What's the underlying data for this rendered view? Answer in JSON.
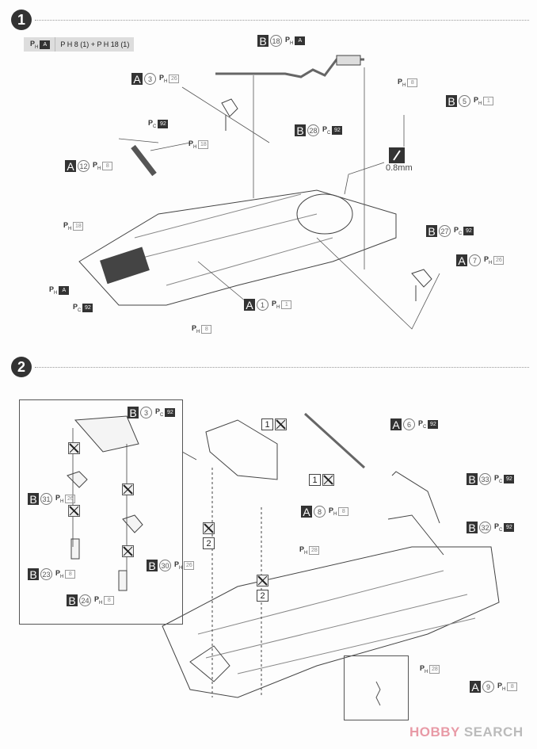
{
  "steps": [
    {
      "number": "1"
    },
    {
      "number": "2"
    }
  ],
  "header": {
    "paint1_prefix": "P",
    "paint1_sub": "H",
    "paint1_code": "A",
    "mix_text": "P H 8 (1) + P H 18 (1)"
  },
  "glue": {
    "thickness": "0.8mm"
  },
  "step1": {
    "labels": [
      {
        "part": "B",
        "num": "18",
        "type": "H",
        "code": "A",
        "dark": true
      },
      {
        "part": "A",
        "num": "3",
        "type": "H",
        "code": "26"
      },
      {
        "part": "B",
        "num": "28",
        "type": "C",
        "code": "92",
        "dark": true
      },
      {
        "part": "B",
        "num": "5",
        "type": "H",
        "code": "1"
      },
      {
        "type": "H",
        "code": "8"
      },
      {
        "type": "C",
        "code": "92",
        "dark": true
      },
      {
        "type": "H",
        "code": "18"
      },
      {
        "part": "A",
        "num": "12",
        "type": "H",
        "code": "8"
      },
      {
        "type": "H",
        "code": "18"
      },
      {
        "type": "H",
        "code": "A",
        "dark": true
      },
      {
        "type": "C",
        "code": "92",
        "dark": true
      },
      {
        "type": "H",
        "code": "8"
      },
      {
        "part": "A",
        "num": "1",
        "type": "H",
        "code": "1"
      },
      {
        "part": "B",
        "num": "27",
        "type": "C",
        "code": "92",
        "dark": true
      },
      {
        "part": "A",
        "num": "7",
        "type": "H",
        "code": "26"
      }
    ]
  },
  "step2": {
    "labels": [
      {
        "part": "B",
        "num": "3",
        "type": "C",
        "code": "92",
        "dark": true
      },
      {
        "part": "B",
        "num": "31",
        "type": "H",
        "code": "26"
      },
      {
        "part": "B",
        "num": "30",
        "type": "H",
        "code": "26"
      },
      {
        "part": "B",
        "num": "23",
        "type": "H",
        "code": "8"
      },
      {
        "part": "B",
        "num": "24",
        "type": "H",
        "code": "8"
      },
      {
        "part": "A",
        "num": "6",
        "type": "C",
        "code": "92",
        "dark": true
      },
      {
        "part": "B",
        "num": "33",
        "type": "C",
        "code": "92",
        "dark": true
      },
      {
        "part": "A",
        "num": "8",
        "type": "H",
        "code": "8"
      },
      {
        "type": "H",
        "code": "28"
      },
      {
        "part": "B",
        "num": "32",
        "type": "C",
        "code": "92",
        "dark": true
      },
      {
        "type": "H",
        "code": "28"
      },
      {
        "part": "A",
        "num": "9",
        "type": "H",
        "code": "8"
      }
    ],
    "sub_steps": [
      "1",
      "1",
      "2",
      "2"
    ]
  },
  "watermark": {
    "brand": "HOBBY",
    "suffix": "SEARCH"
  }
}
